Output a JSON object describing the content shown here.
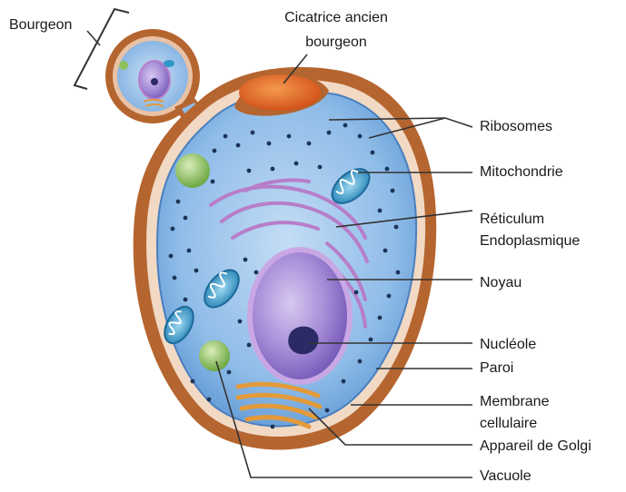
{
  "labels": {
    "bourgeon": "Bourgeon",
    "cicatrice_line1": "Cicatrice ancien",
    "cicatrice_line2": "bourgeon",
    "ribosomes": "Ribosomes",
    "mitochondrie": "Mitochondrie",
    "reticulum_line1": "Réticulum",
    "reticulum_line2": "Endoplasmique",
    "noyau": "Noyau",
    "nucleole": "Nucléole",
    "paroi": "Paroi",
    "membrane_line1": "Membrane",
    "membrane_line2": "cellulaire",
    "golgi": "Appareil de Golgi",
    "vacuole": "Vacuole"
  },
  "colors": {
    "cell_wall": "#b5652f",
    "cytoplasm": "#8fbce8",
    "nucleus": "#9b7fd0",
    "nucleolus": "#2c2a66",
    "scar": "#e0621d",
    "golgi": "#e39a3a",
    "vacuole": "#8ec25a",
    "mitochondria": "#2f97c9",
    "reticulum": "#b77ec9",
    "ribosome": "#1b3558",
    "leader_line": "#333333"
  }
}
